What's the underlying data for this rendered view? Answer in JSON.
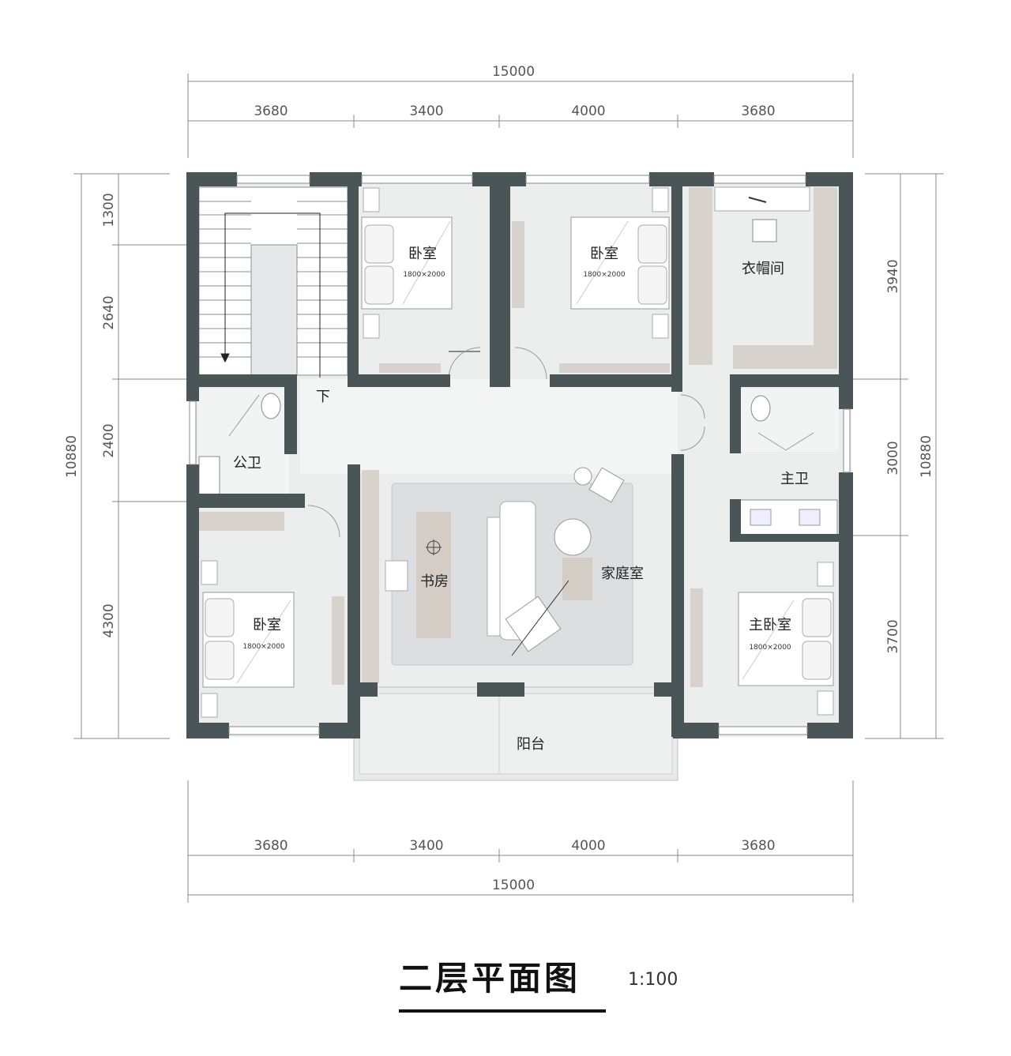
{
  "drawing": {
    "title": "二层平面图",
    "scale": "1:100"
  },
  "dimensions": {
    "top_total": "15000",
    "top_segments": [
      "3680",
      "3400",
      "4000",
      "3680"
    ],
    "bottom_total": "15000",
    "bottom_segments": [
      "3680",
      "3400",
      "4000",
      "3680"
    ],
    "left_total": "10880",
    "left_segments": [
      "1300",
      "2640",
      "2400",
      "4300"
    ],
    "right_total": "10880",
    "right_segments": [
      "3940",
      "3000",
      "3700"
    ]
  },
  "rooms": {
    "bedroom_1": "卧室",
    "bedroom_2": "卧室",
    "bedroom_3": "卧室",
    "master_bedroom": "主卧室",
    "bed_size": "1800×2000",
    "wardrobe": "衣帽间",
    "public_bath": "公卫",
    "master_bath": "主卫",
    "study": "书房",
    "family_room": "家庭室",
    "balcony": "阳台",
    "stair_down": "下"
  },
  "colors": {
    "wall": "#4a5558",
    "floor": "#eceeee",
    "furniture": "#d8d2cc",
    "rug": "#dcdee0"
  }
}
